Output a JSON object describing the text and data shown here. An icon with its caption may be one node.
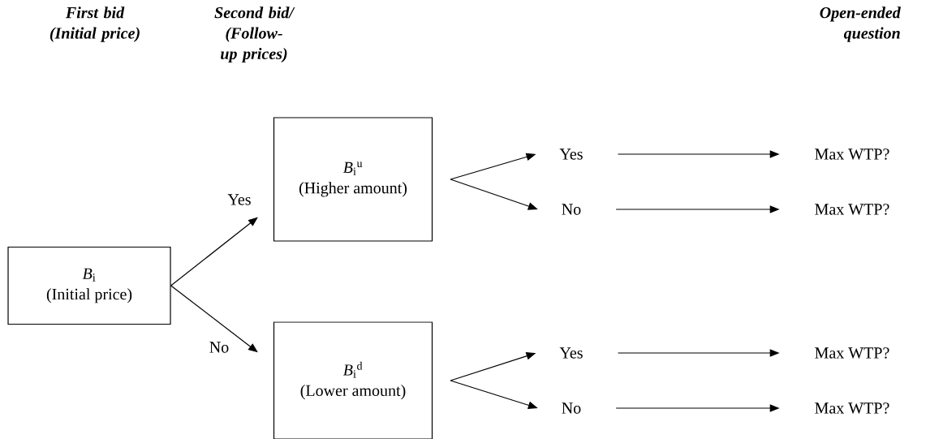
{
  "diagram": {
    "nodes": [
      {
        "text": [
          "*B*$_{i}$",
          "(Initial price)"
        ]
      },
      {
        "text": [
          "*B*$_{i}$$^{u}$",
          "(Higher amount)"
        ]
      },
      {
        "text": [
          "*B*$_{i}$$^{d}$",
          "(Lower amount)"
        ]
      },
      {
        "text": [
          "Yes"
        ]
      },
      {
        "text": [
          "No"
        ]
      },
      {
        "text": [
          "Yes"
        ]
      },
      {
        "text": [
          "No"
        ]
      },
      {
        "text": [
          "Max WTP?"
        ]
      },
      {
        "text": [
          "Max WTP?"
        ]
      },
      {
        "text": [
          "Max WTP?"
        ]
      },
      {
        "text": [
          "Max WTP?"
        ]
      }
    ],
    "edges": [
      {
        "from": 0,
        "to": 1,
        "arrow": "to",
        "label": "Yes"
      },
      {
        "from": 0,
        "to": 2,
        "arrow": "to",
        "label": "No"
      },
      {
        "from": 1,
        "to": 3,
        "arrow": "to"
      },
      {
        "from": 1,
        "to": 4,
        "arrow": "to"
      },
      {
        "from": 2,
        "to": 5,
        "arrow": "to"
      },
      {
        "from": 2,
        "to": 6,
        "arrow": "to"
      },
      {
        "from": 3,
        "to": 7,
        "arrow": "to"
      },
      {
        "from": 4,
        "to": 8,
        "arrow": "to"
      },
      {
        "from": 5,
        "to": 9,
        "arrow": "to"
      },
      {
        "from": 6,
        "to": 10,
        "arrow": "to"
      }
    ],
    "labels": [
      "First bid (Initial price)",
      "Second bid/ (Follow-up prices)",
      "Open-ended question"
    ]
  }
}
